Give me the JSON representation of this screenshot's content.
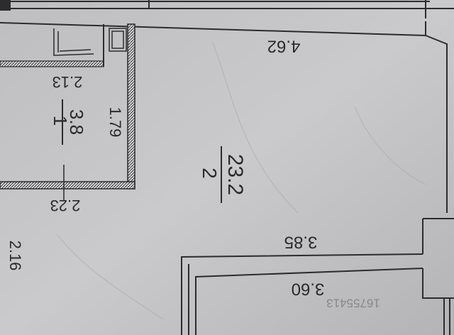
{
  "plan": {
    "rooms": [
      {
        "number": "1",
        "area": "3.8"
      },
      {
        "number": "2",
        "area": "23.2"
      }
    ],
    "dimensions": {
      "top_width": "4.62",
      "bath_top": "2.13",
      "bath_side": "1.79",
      "bath_bottom": "2.23",
      "left_wall": "2.16",
      "room_bottom": "3.85",
      "lower_room": "3.60"
    },
    "watermark": "16755413",
    "colors": {
      "paper": "#c6c6c8",
      "line": "#2c2c2e",
      "text": "#2a2a2c"
    }
  }
}
